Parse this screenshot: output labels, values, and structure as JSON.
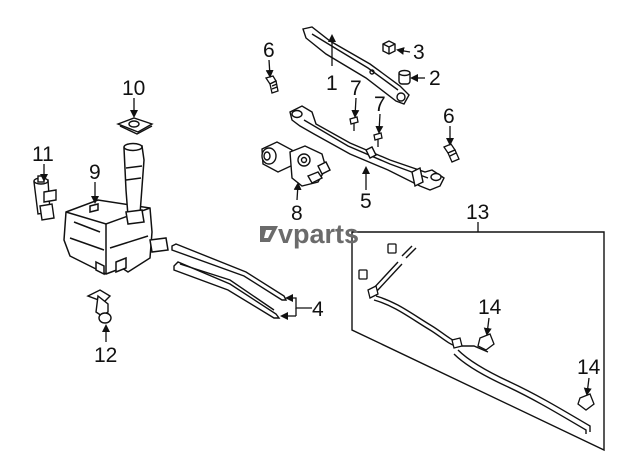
{
  "diagram": {
    "callouts": {
      "c1": "1",
      "c2": "2",
      "c3": "3",
      "c4": "4",
      "c5": "5",
      "c6a": "6",
      "c6b": "6",
      "c7a": "7",
      "c7b": "7",
      "c8": "8",
      "c9": "9",
      "c10": "10",
      "c11": "11",
      "c12": "12",
      "c13": "13",
      "c14a": "14",
      "c14b": "14"
    },
    "watermark": "vparts"
  }
}
